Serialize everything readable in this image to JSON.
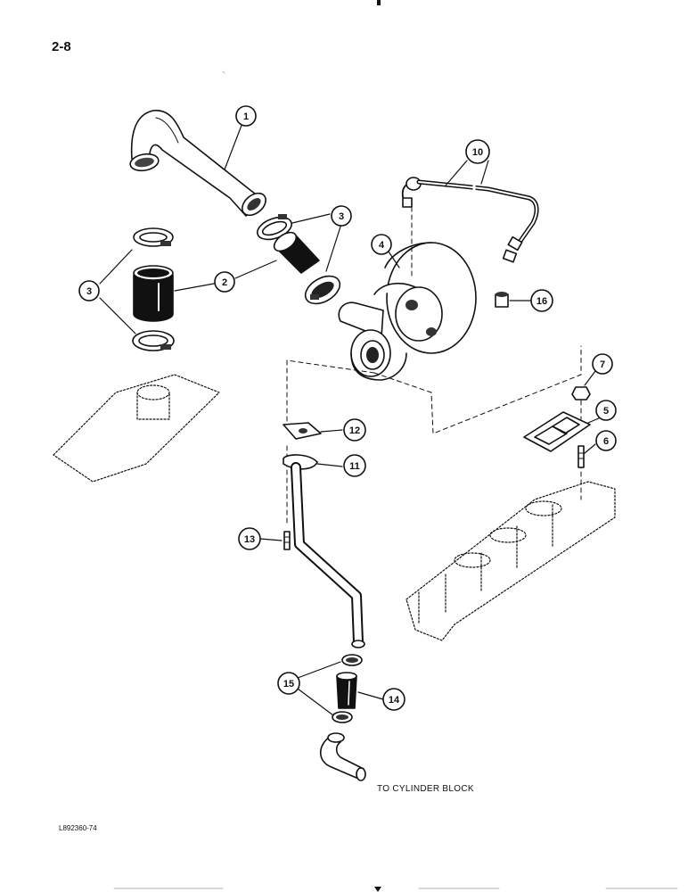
{
  "page": {
    "number": "2-8",
    "caption": "TO CYLINDER BLOCK",
    "code": "L892360-74"
  },
  "callouts": [
    {
      "label": "1"
    },
    {
      "label": "2"
    },
    {
      "label": "3"
    },
    {
      "label": "3"
    },
    {
      "label": "4"
    },
    {
      "label": "5"
    },
    {
      "label": "6"
    },
    {
      "label": "7"
    },
    {
      "label": "10"
    },
    {
      "label": "11"
    },
    {
      "label": "12"
    },
    {
      "label": "13"
    },
    {
      "label": "14"
    },
    {
      "label": "15"
    },
    {
      "label": "16"
    }
  ]
}
